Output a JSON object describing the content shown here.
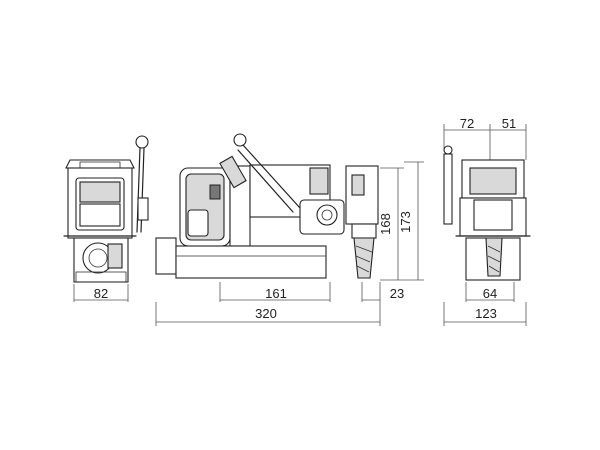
{
  "dimensions": {
    "front_width": "82",
    "side_motor_length": "161",
    "side_spindle_offset": "23",
    "side_total_length": "320",
    "side_height_inner": "168",
    "side_height_total": "173",
    "rear_left": "72",
    "rear_right": "51",
    "rear_base": "64",
    "rear_total": "123"
  }
}
